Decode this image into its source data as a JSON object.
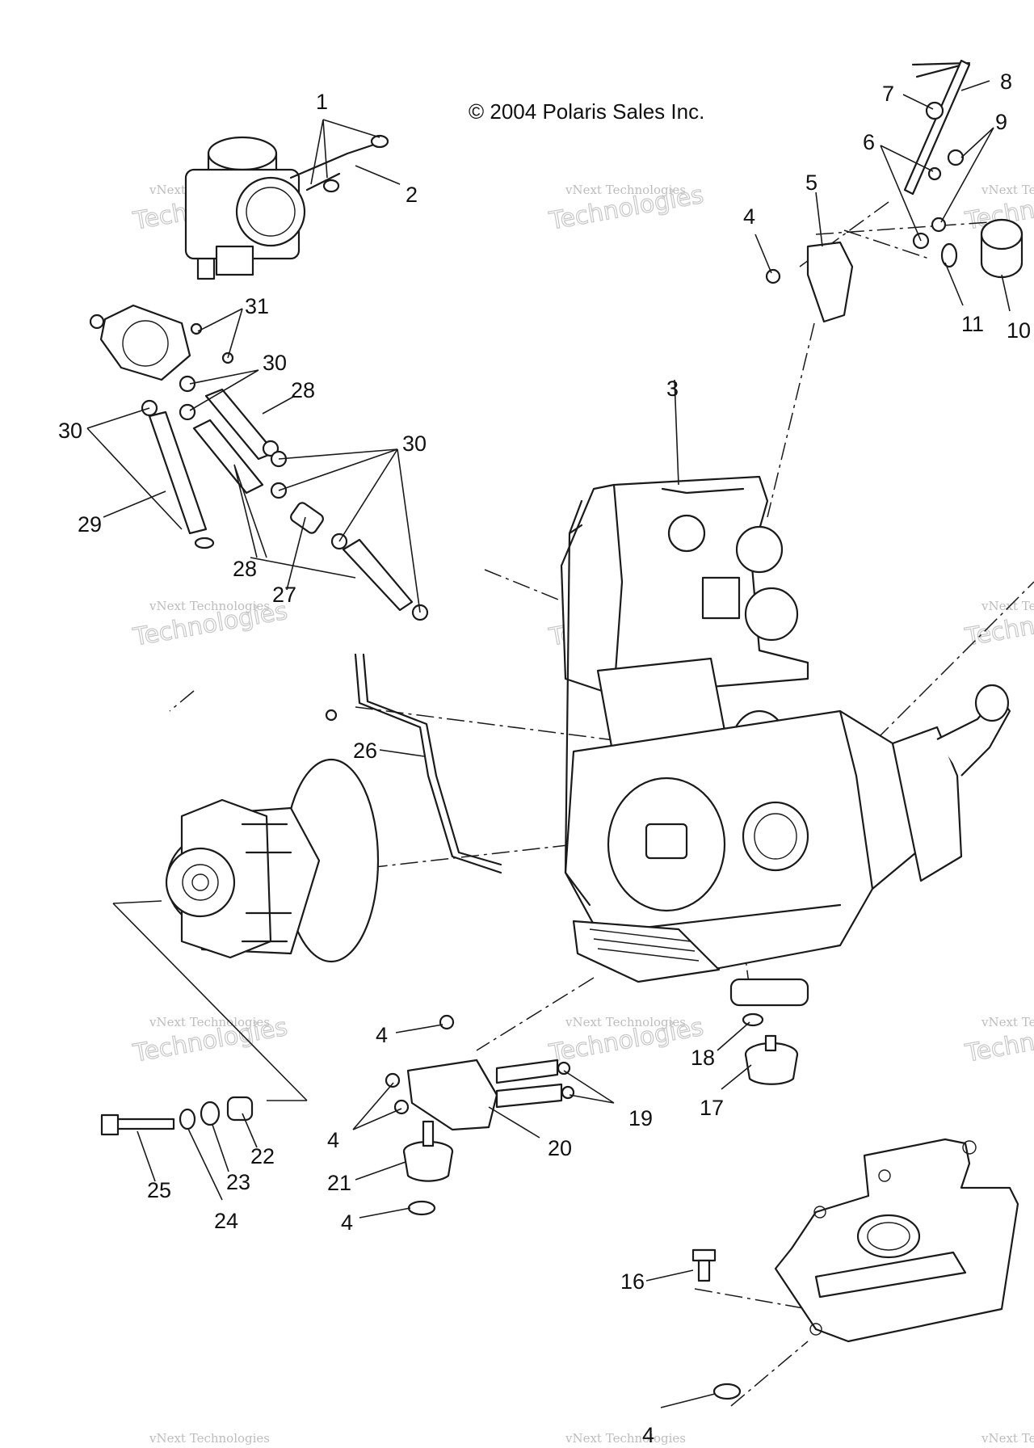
{
  "copyright": "© 2004 Polaris Sales Inc.",
  "watermark": {
    "line1": "vNext Technologies",
    "line2": "Technologies"
  },
  "callouts": {
    "c1": "1",
    "c2": "2",
    "c3": "3",
    "c4a": "4",
    "c4b": "4",
    "c4c": "4",
    "c4d": "4",
    "c4e": "4",
    "c5": "5",
    "c6": "6",
    "c7": "7",
    "c8": "8",
    "c9": "9",
    "c10": "10",
    "c11": "11",
    "c16": "16",
    "c17": "17",
    "c18": "18",
    "c19": "19",
    "c20": "20",
    "c21": "21",
    "c22": "22",
    "c23": "23",
    "c24": "24",
    "c25": "25",
    "c26": "26",
    "c27": "27",
    "c28a": "28",
    "c28b": "28",
    "c29": "29",
    "c30a": "30",
    "c30b": "30",
    "c30c": "30",
    "c31": "31"
  },
  "colors": {
    "line": "#1a1a1a",
    "watermark": "#c0c0c0",
    "background": "#ffffff"
  }
}
